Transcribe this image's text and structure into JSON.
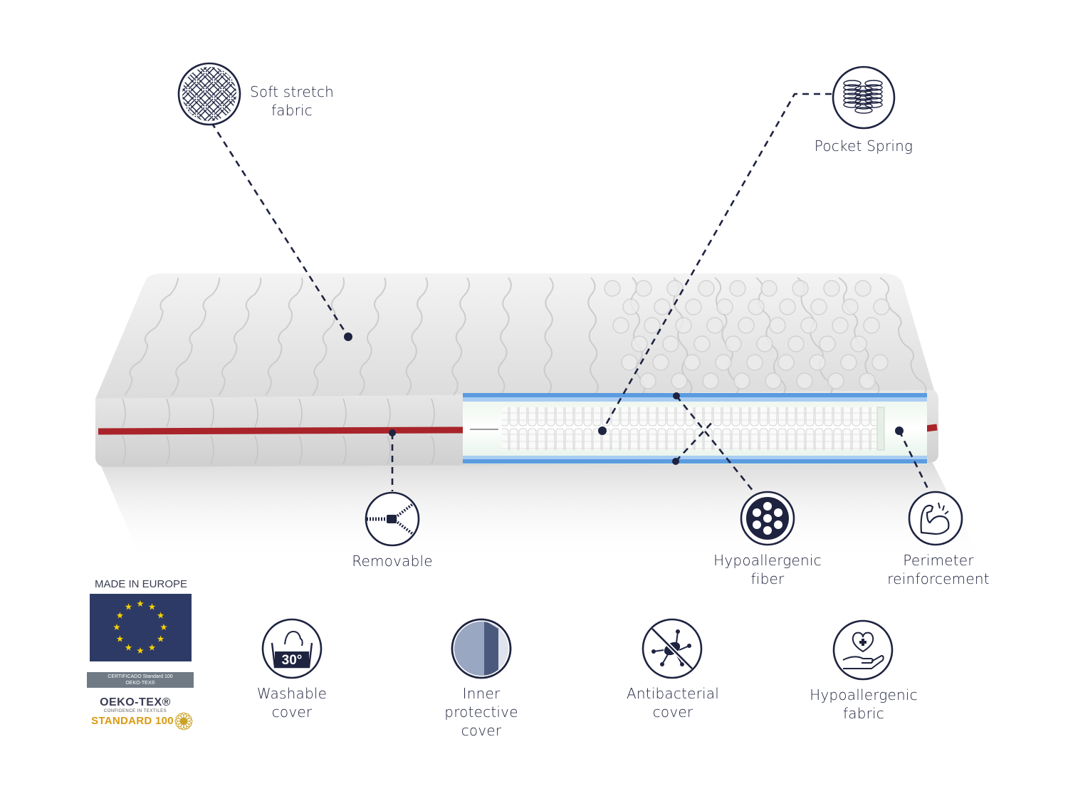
{
  "features": {
    "soft_stretch": {
      "line1": "Soft stretch",
      "line2": "fabric",
      "icon": "fabric-mesh-icon"
    },
    "pocket_spring": {
      "line1": "Pocket Spring",
      "icon": "pocket-spring-icon"
    },
    "removable": {
      "line1": "Removable",
      "icon": "zipper-icon"
    },
    "hypo_fiber": {
      "line1": "Hypoallergenic",
      "line2": "fiber",
      "icon": "fiber-dots-icon"
    },
    "perimeter": {
      "line1": "Perimeter",
      "line2": "reinforcement",
      "icon": "flexed-arm-icon"
    }
  },
  "bottom_features": [
    {
      "line1": "Washable",
      "line2": "cover",
      "icon": "wash-30-icon",
      "badge": "30°"
    },
    {
      "line1": "Inner",
      "line2": "protective",
      "line3": "cover",
      "icon": "inner-layer-icon"
    },
    {
      "line1": "Antibacterial",
      "line2": "cover",
      "icon": "no-bacteria-icon"
    },
    {
      "line1": "Hypoallergenic",
      "line2": "fabric",
      "icon": "heart-hand-icon"
    }
  ],
  "certification": {
    "made_in": "MADE IN EUROPE",
    "cert_line1": "CERTIFICADO Standard 100",
    "cert_line2": "OEKO-TEX®",
    "oeko_name": "OEKO-TEX®",
    "oeko_conf": "CONFIDENCE IN TEXTILES",
    "oeko_std": "STANDARD 100"
  },
  "colors": {
    "navy": "#1e2340",
    "zip_red": "#a8242a",
    "eu_blue": "#2e3a66",
    "eu_star": "#f5d200",
    "foam_blue": "#4a90d9"
  }
}
